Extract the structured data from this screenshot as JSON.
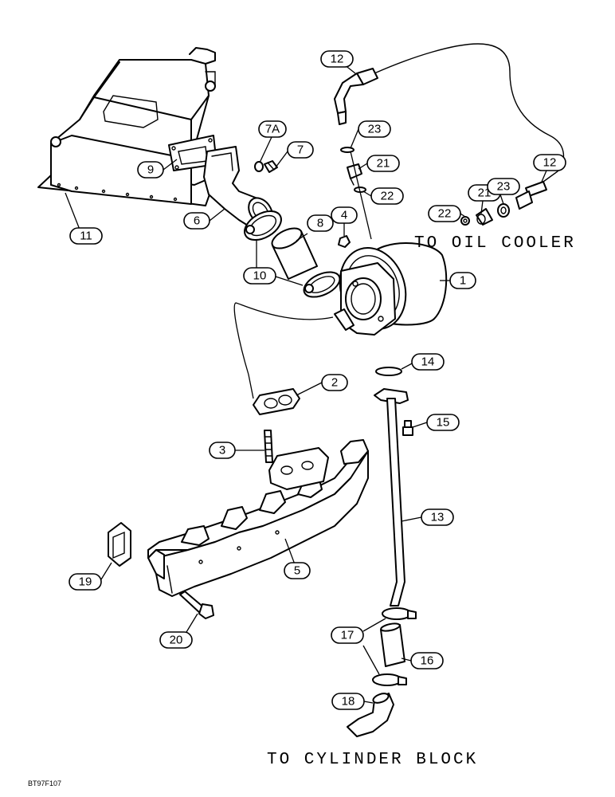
{
  "callouts": [
    {
      "id": "1",
      "text": "1"
    },
    {
      "id": "2",
      "text": "2"
    },
    {
      "id": "3",
      "text": "3"
    },
    {
      "id": "4",
      "text": "4"
    },
    {
      "id": "5",
      "text": "5"
    },
    {
      "id": "6",
      "text": "6"
    },
    {
      "id": "7",
      "text": "7"
    },
    {
      "id": "7A",
      "text": "7A"
    },
    {
      "id": "8",
      "text": "8"
    },
    {
      "id": "9",
      "text": "9"
    },
    {
      "id": "10",
      "text": "10"
    },
    {
      "id": "11",
      "text": "11"
    },
    {
      "id": "12a",
      "text": "12"
    },
    {
      "id": "12b",
      "text": "12"
    },
    {
      "id": "13",
      "text": "13"
    },
    {
      "id": "14",
      "text": "14"
    },
    {
      "id": "15",
      "text": "15"
    },
    {
      "id": "16",
      "text": "16"
    },
    {
      "id": "17",
      "text": "17"
    },
    {
      "id": "18",
      "text": "18"
    },
    {
      "id": "19",
      "text": "19"
    },
    {
      "id": "20",
      "text": "20"
    },
    {
      "id": "21a",
      "text": "21"
    },
    {
      "id": "21b",
      "text": "21"
    },
    {
      "id": "22a",
      "text": "22"
    },
    {
      "id": "22b",
      "text": "22"
    },
    {
      "id": "23a",
      "text": "23"
    },
    {
      "id": "23b",
      "text": "23"
    }
  ],
  "labels": {
    "to_oil_cooler": "TO OIL COOLER",
    "to_cylinder_block": "TO CYLINDER BLOCK",
    "figure_code": "BT97F107"
  }
}
